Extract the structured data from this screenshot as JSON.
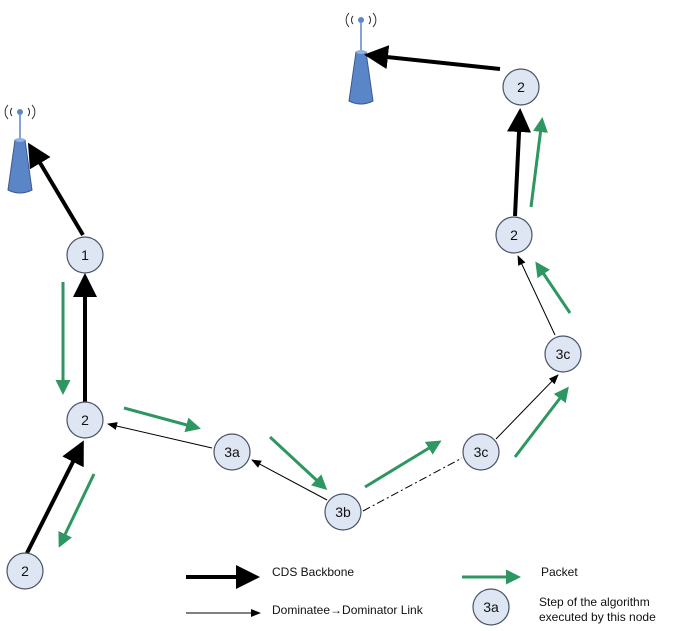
{
  "nodes": [
    {
      "id": "n1",
      "label": "1"
    },
    {
      "id": "n2_left",
      "label": "2"
    },
    {
      "id": "n2_bottom",
      "label": "2"
    },
    {
      "id": "n3a",
      "label": "3a"
    },
    {
      "id": "n3b",
      "label": "3b"
    },
    {
      "id": "n3c_low",
      "label": "3c"
    },
    {
      "id": "n3c_high",
      "label": "3c"
    },
    {
      "id": "n2_right_mid",
      "label": "2"
    },
    {
      "id": "n2_right_top",
      "label": "2"
    }
  ],
  "legend": {
    "backbone": "CDS Backbone",
    "packet": "Packet",
    "link": "Dominatee→Dominator Link",
    "step_symbol": "3a",
    "step_line1": "Step of the algorithm",
    "step_line2": "executed by this node"
  },
  "colors": {
    "node_fill": "#dfe6f3",
    "node_stroke": "#4a5468",
    "packet": "#2e9660",
    "backbone": "#000000",
    "tower": "#5a86c8"
  }
}
